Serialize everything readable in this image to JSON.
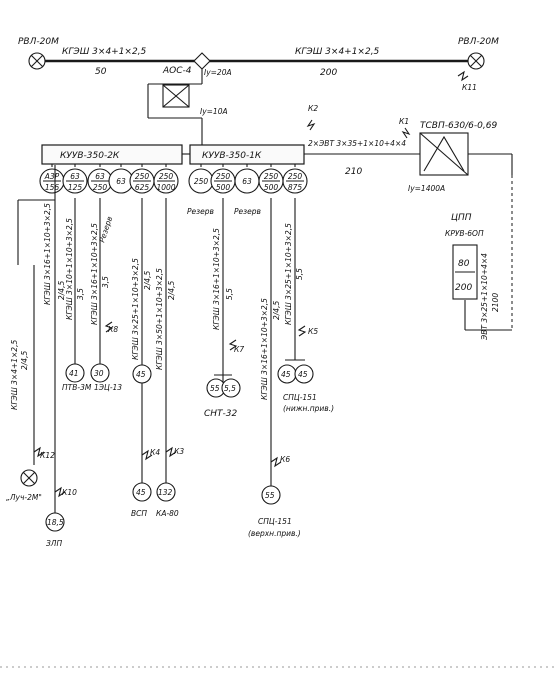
{
  "sources": {
    "left_label": "РВЛ-20М",
    "right_label": "РВЛ-20М",
    "top_cable_left": "КГЭШ 3×4+1×2,5",
    "top_cable_right": "КГЭШ 3×4+1×2,5",
    "len_left": "50",
    "len_right": "200",
    "ks_right": "К11",
    "aos": "АОС-4",
    "aos_iy": "Iу=20А",
    "sub_iy": "Iу=10А"
  },
  "buses": {
    "left": "КУУВ-350-2К",
    "right": "КУУВ-350-1К"
  },
  "left_cells": [
    {
      "top": "А3Р",
      "bot": "156"
    },
    {
      "top": "63",
      "bot": "125"
    },
    {
      "top": "63",
      "bot": "250"
    },
    {
      "top": "63",
      "bot": ""
    },
    {
      "top": "250",
      "bot": "625"
    },
    {
      "top": "250",
      "bot": "1000"
    }
  ],
  "right_cells": [
    {
      "top": "250",
      "bot": ""
    },
    {
      "top": "250",
      "bot": "500"
    },
    {
      "top": "63",
      "bot": ""
    },
    {
      "top": "250",
      "bot": "500"
    },
    {
      "top": "250",
      "bot": "875"
    }
  ],
  "reserve": {
    "r1": "Резерв",
    "r2": "Резерв",
    "r3": "Резерв"
  },
  "transformer": {
    "name": "ТСВП-630/6-0,69",
    "iy": "Iу=1400А",
    "k1": "К1",
    "k2": "К2",
    "cable": "2×ЭВТ 3×35+1×10+4×4",
    "len": "210"
  },
  "cpp": {
    "title": "ЦПП",
    "sub": "КРУВ-6ОП",
    "val_top": "80",
    "val_bot": "200",
    "cable": "ЭВТ 3×25+1×10+4×4",
    "len": "2100"
  },
  "feeders": {
    "f1_cable": "КГЭШ 3×4+1×2,5",
    "f1_len": "2/4,5",
    "f2_cable": "КГЭШ 3×16+1×10+3×2,5",
    "f2_len": "2/4,5",
    "f3_cable": "КГЭШ 3×10+1×10+3×2,5",
    "f3_len": "3,5",
    "f4_cable": "КГЭШ 3×16+1×10+3×2,5",
    "f4_len": "3,5",
    "f5_cable": "КГЭШ 3×25+1×10+3×2,5",
    "f5_len": "2/4,5",
    "f6_cable": "КГЭШ 3×50+1×10+3×2,5",
    "f6_len": "2/4,5",
    "f7_cable": "КГЭШ 3×16+1×10+3×2,5",
    "f7_len": "5,5",
    "f8_cable": "КГЭШ 3×16+1×10+3×2,5",
    "f8_len": "2/4,5",
    "f9_cable": "КГЭШ 3×25+1×10+3×2,5",
    "f9_len": "5,5"
  },
  "motors": {
    "m41": "41",
    "m30": "30",
    "m45a": "45",
    "m55a": "55",
    "m55b": "5,5",
    "m45b": "45",
    "m45c": "45",
    "m45d": "45",
    "m132": "132",
    "m55c": "55",
    "m185": "18,5"
  },
  "loads": {
    "ptv": "ПТВ-3М",
    "vc": "1ЭЦ-13",
    "snt": "СНТ-32",
    "spc_low": "СПЦ-151",
    "spc_low_sub": "(нижн.прив.)",
    "vsp": "ВСП",
    "ka": "КА-80",
    "spc_up": "СПЦ-151",
    "spc_up_sub": "(верхн.прив.)",
    "luch": "„Луч-2М\"",
    "zlp": "ЗЛП"
  },
  "ks": {
    "k3": "К3",
    "k4": "К4",
    "k5": "К5",
    "k6": "К6",
    "k7": "К7",
    "k8": "К8",
    "k10": "К10",
    "k12": "К12"
  }
}
